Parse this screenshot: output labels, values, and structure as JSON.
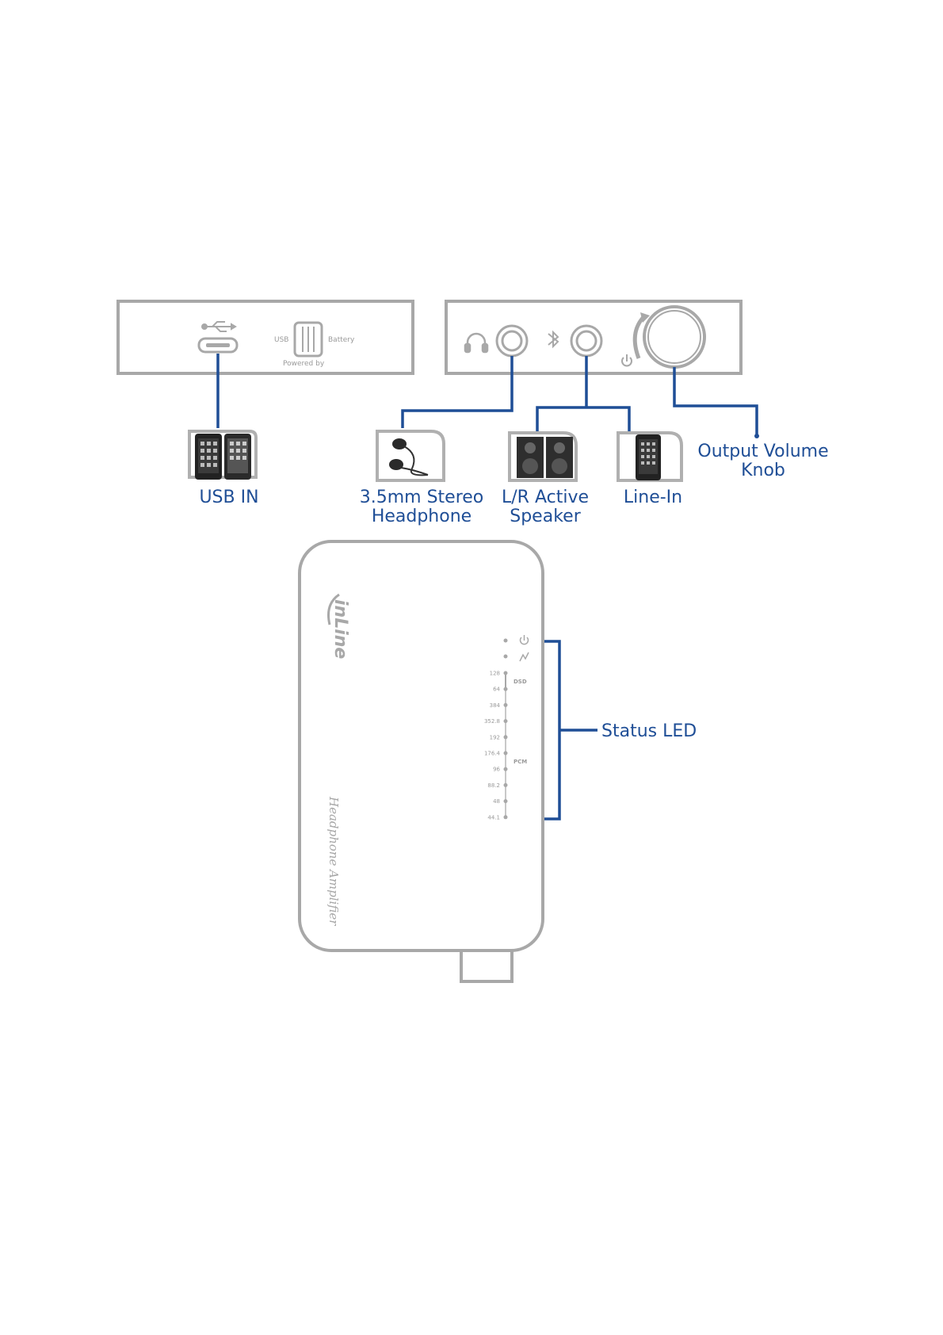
{
  "colors": {
    "accent_blue": "#1f4e96",
    "device_gray": "#a8a8a8",
    "light_gray": "#cfcfcf"
  },
  "back_panel": {
    "usb_label": "USB",
    "battery_label": "Battery",
    "powered_by_label": "Powered by"
  },
  "callouts": {
    "usb_in": "USB IN",
    "headphone": [
      "3.5mm Stereo",
      "Headphone"
    ],
    "speaker": [
      "L/R Active",
      "Speaker"
    ],
    "line_in": "Line-In",
    "volume_knob": [
      "Output Volume",
      "Knob"
    ],
    "status_led": "Status LED"
  },
  "device": {
    "brand": "inLine",
    "product_name": "Headphone Amplifier",
    "dsd_label": "DSD",
    "pcm_label": "PCM",
    "dsd_rates": [
      "128",
      "64"
    ],
    "pcm_rates": [
      "384",
      "352.8",
      "192",
      "176.4",
      "96",
      "88.2",
      "48",
      "44.1"
    ]
  },
  "icons": [
    "usb-icon",
    "headphone-icon",
    "bluetooth-icon",
    "power-icon",
    "smartphone-icon",
    "earphones-icon",
    "speaker-icon",
    "signal-icon"
  ]
}
